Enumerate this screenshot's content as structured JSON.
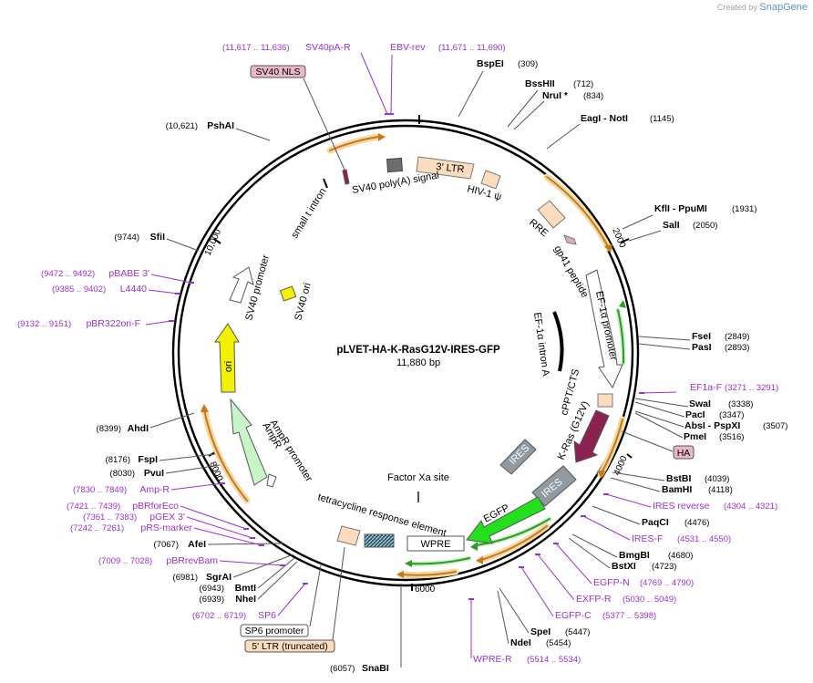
{
  "brand": {
    "created_by": "Created by",
    "name": "SnapGene"
  },
  "plasmid": {
    "name": "pLVET-HA-K-RasG12V-IRES-GFP",
    "size": "11,880 bp"
  },
  "ticks": [
    "2000",
    "4000",
    "6000",
    "8000",
    "10,000"
  ],
  "colors": {
    "enzyme": "#000000",
    "primer": "#9b30d4",
    "feature_orange": "#e8a33a",
    "ltr_fill": "#fcdcbd",
    "ori": "#f2f200",
    "gfp": "#22e01c",
    "kras": "#8b2252",
    "ires": "#8f9aa3",
    "ampr": "#c8f5c8",
    "nls": "#e8b8c8"
  },
  "enzymes": [
    {
      "name": "BspEI",
      "pos": "(309)"
    },
    {
      "name": "BssHII",
      "pos": "(712)"
    },
    {
      "name": "NruI *",
      "pos": "(834)"
    },
    {
      "name": "EagI  - NotI",
      "pos": "(1145)"
    },
    {
      "name": "KflI  - PpuMI",
      "pos": "(1931)"
    },
    {
      "name": "SalI",
      "pos": "(2050)"
    },
    {
      "name": "FseI",
      "pos": "(2849)"
    },
    {
      "name": "PasI",
      "pos": "(2893)"
    },
    {
      "name": "SwaI",
      "pos": "(3338)"
    },
    {
      "name": "PacI",
      "pos": "(3347)"
    },
    {
      "name": "AbsI  - PspXI",
      "pos": "(3507)"
    },
    {
      "name": "PmeI",
      "pos": "(3516)"
    },
    {
      "name": "BstBI",
      "pos": "(4039)"
    },
    {
      "name": "BamHI",
      "pos": "(4118)"
    },
    {
      "name": "PaqCI",
      "pos": "(4476)"
    },
    {
      "name": "BmgBI",
      "pos": "(4680)"
    },
    {
      "name": "BstXI",
      "pos": "(4723)"
    },
    {
      "name": "SpeI",
      "pos": "(5447)"
    },
    {
      "name": "NdeI",
      "pos": "(5454)"
    },
    {
      "name": "SnaBI",
      "pos": "(6057)"
    },
    {
      "name": "NheI",
      "pos": "(6939)"
    },
    {
      "name": "BmtI",
      "pos": "(6943)"
    },
    {
      "name": "SgrAI",
      "pos": "(6981)"
    },
    {
      "name": "AfeI",
      "pos": "(7067)"
    },
    {
      "name": "PvuI",
      "pos": "(8030)"
    },
    {
      "name": "FspI",
      "pos": "(8176)"
    },
    {
      "name": "AhdI",
      "pos": "(8399)"
    },
    {
      "name": "SfiI",
      "pos": "(9744)"
    },
    {
      "name": "PshAI",
      "pos": "(10,621)"
    }
  ],
  "primers": [
    {
      "name": "SV40pA-R",
      "range": "(11,617 .. 11,636)"
    },
    {
      "name": "EBV-rev",
      "range": "(11,671 .. 11,690)"
    },
    {
      "name": "EF1a-F",
      "range": "(3271 .. 3291)"
    },
    {
      "name": "IRES reverse",
      "range": "(4304 .. 4321)"
    },
    {
      "name": "IRES-F",
      "range": "(4531 .. 4550)"
    },
    {
      "name": "EGFP-N",
      "range": "(4769 .. 4790)"
    },
    {
      "name": "EXFP-R",
      "range": "(5030 .. 5049)"
    },
    {
      "name": "EGFP-C",
      "range": "(5377 .. 5398)"
    },
    {
      "name": "WPRE-R",
      "range": "(5514 .. 5534)"
    },
    {
      "name": "SP6",
      "range": "(6702 .. 6719)"
    },
    {
      "name": "pBRrevBam",
      "range": "(7009 .. 7028)"
    },
    {
      "name": "pRS-marker",
      "range": "(7242 .. 7261)"
    },
    {
      "name": "pGEX 3'",
      "range": "(7361 .. 7383)"
    },
    {
      "name": "pBRforEco",
      "range": "(7421 .. 7439)"
    },
    {
      "name": "Amp-R",
      "range": "(7830 .. 7849)"
    },
    {
      "name": "pBR322ori-F",
      "range": "(9132 .. 9151)"
    },
    {
      "name": "L4440",
      "range": "(9385 .. 9402)"
    },
    {
      "name": "pBABE 3'",
      "range": "(9472 .. 9492)"
    }
  ],
  "features": {
    "ltr3": "3' LTR",
    "hiv_psi": "HIV-1 ψ",
    "rre": "RRE",
    "gp41": "gp41 peptide",
    "ef1a_promoter": "EF-1α promoter",
    "ef1a_intron": "EF-1α intron A",
    "cppt": "cPPT/CTS",
    "kras": "K-Ras (G12V)",
    "ires_inner": "IRES",
    "ires": "IRES",
    "egfp": "EGFP",
    "wpre": "WPRE",
    "factor_xa": "Factor Xa site",
    "tre": "tetracycline response element",
    "ampr_promoter": "AmpR promoter",
    "ampr": "AmpR",
    "ori": "ori",
    "sv40_promoter": "SV40 promoter",
    "sv40_ori": "SV40 ori",
    "small_t": "small t intron",
    "sv40_polya": "SV40 poly(A) signal",
    "sv40_nls": "SV40 NLS",
    "ha": "HA",
    "sp6_promoter": "SP6 promoter",
    "ltr5": "5' LTR (truncated)"
  }
}
